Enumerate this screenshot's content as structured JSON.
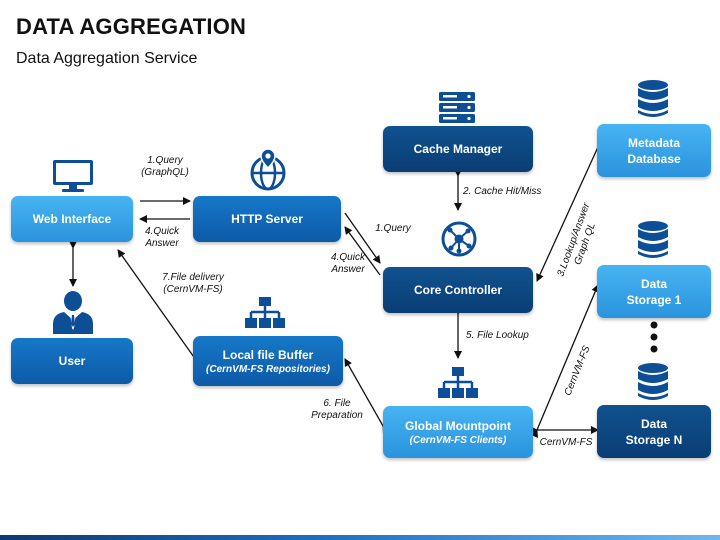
{
  "header": {
    "title": "DATA AGGREGATION",
    "subtitle": "Data Aggregation Service"
  },
  "nodes": {
    "web_interface": "Web Interface",
    "user": "User",
    "http_server": "HTTP Server",
    "cache_manager": "Cache Manager",
    "core_controller": "Core Controller",
    "metadata_db_line1": "Metadata",
    "metadata_db_line2": "Database",
    "data_storage_1_line1": "Data",
    "data_storage_1_line2": "Storage 1",
    "data_storage_n_line1": "Data",
    "data_storage_n_line2": "Storage N",
    "local_buffer": "Local file Buffer",
    "local_buffer_sub": "(CernVM-FS Repositories)",
    "global_mount": "Global Mountpoint",
    "global_mount_sub": "(CernVM-FS Clients)"
  },
  "edge_labels": {
    "query1_a": "1.Query",
    "query1_b": "(GraphQL)",
    "quick4_web_a": "4.Quick",
    "quick4_web_b": "Answer",
    "query1_core": "1.Query",
    "quick4_core_a": "4.Quick",
    "quick4_core_b": "Answer",
    "cache_hit": "2. Cache Hit/Miss",
    "lookup3_a": "3.Lookup/Answer",
    "lookup3_b": "Graph QL",
    "file_lookup": "5. File Lookup",
    "file_delivery_a": "7.File delivery",
    "file_delivery_b": "(CernVM-FS)",
    "file_prep_a": "6. File",
    "file_prep_b": "Preparation",
    "cernvm_diag": "CernVM-FS",
    "cernvm_horiz": "CernVM-FS"
  },
  "icons": [
    "monitor-icon",
    "person-icon",
    "globe-icon",
    "server-icon",
    "hub-icon",
    "database-icon",
    "hierarchy-icon"
  ],
  "colors": {
    "light_box": "#2a93dd",
    "mid_box": "#0d5aa8",
    "dark_box": "#0a3d74",
    "arrow": "#111111",
    "icon": "#0d4f96"
  }
}
